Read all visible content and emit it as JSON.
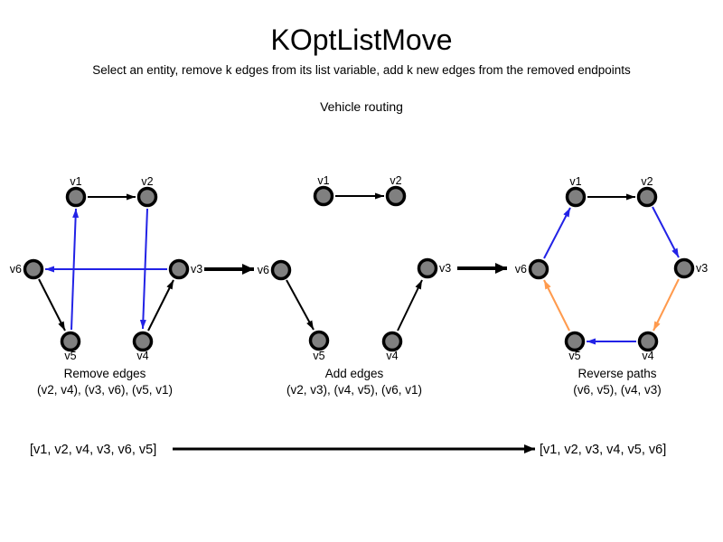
{
  "header": {
    "title": "KOptListMove",
    "subtitle": "Select an entity, remove k edges from its list variable, add k new edges from the removed endpoints",
    "section": "Vehicle routing"
  },
  "colors": {
    "edge_black": "#000000",
    "edge_blue": "#2222e6",
    "edge_orange": "#ff9a4d",
    "node_fill": "#808080",
    "node_stroke": "#000000"
  },
  "graphs": [
    {
      "id": "remove-edges",
      "caption": {
        "title": "Remove edges",
        "detail": "(v2, v4), (v3, v6), (v5, v1)"
      },
      "nodes": {
        "v1": "v1",
        "v2": "v2",
        "v3": "v3",
        "v4": "v4",
        "v5": "v5",
        "v6": "v6"
      },
      "edges": [
        {
          "from": "v1",
          "to": "v2",
          "color": "black"
        },
        {
          "from": "v2",
          "to": "v4",
          "color": "blue"
        },
        {
          "from": "v3",
          "to": "v6",
          "color": "blue"
        },
        {
          "from": "v5",
          "to": "v1",
          "color": "blue"
        },
        {
          "from": "v6",
          "to": "v5",
          "color": "black"
        },
        {
          "from": "v4",
          "to": "v3",
          "color": "black"
        }
      ]
    },
    {
      "id": "add-edges",
      "caption": {
        "title": "Add edges",
        "detail": "(v2, v3), (v4, v5), (v6, v1)"
      },
      "nodes": {
        "v1": "v1",
        "v2": "v2",
        "v3": "v3",
        "v4": "v4",
        "v5": "v5",
        "v6": "v6"
      },
      "edges": [
        {
          "from": "v1",
          "to": "v2",
          "color": "black"
        },
        {
          "from": "v6",
          "to": "v5",
          "color": "black"
        },
        {
          "from": "v4",
          "to": "v3",
          "color": "black"
        }
      ]
    },
    {
      "id": "reverse-paths",
      "caption": {
        "title": "Reverse paths",
        "detail": "(v6, v5), (v4, v3)"
      },
      "nodes": {
        "v1": "v1",
        "v2": "v2",
        "v3": "v3",
        "v4": "v4",
        "v5": "v5",
        "v6": "v6"
      },
      "edges": [
        {
          "from": "v1",
          "to": "v2",
          "color": "black"
        },
        {
          "from": "v2",
          "to": "v3",
          "color": "blue"
        },
        {
          "from": "v3",
          "to": "v4",
          "color": "orange"
        },
        {
          "from": "v4",
          "to": "v5",
          "color": "blue"
        },
        {
          "from": "v5",
          "to": "v6",
          "color": "orange"
        },
        {
          "from": "v6",
          "to": "v1",
          "color": "blue"
        }
      ]
    }
  ],
  "footer": {
    "before_list": "[v1, v2, v4, v3, v6, v5]",
    "after_list": "[v1, v2, v3, v4, v5, v6]"
  }
}
